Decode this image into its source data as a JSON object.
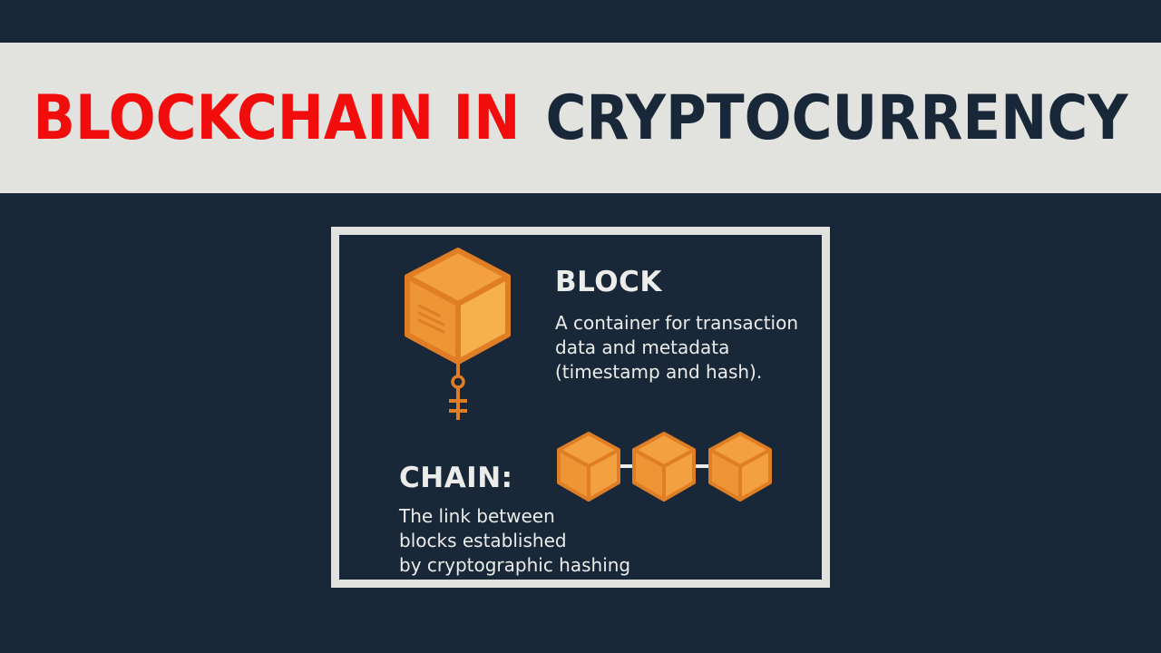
{
  "banner": {
    "title_red": "BLOCKCHAIN IN",
    "title_dark": "CRYPTOCURRENCY"
  },
  "block": {
    "heading": "BLOCK",
    "description_lines": [
      "A container for transaction",
      "data and metadata",
      "(timestamp and hash)."
    ],
    "icon": "cube-block-icon"
  },
  "chain": {
    "heading": "CHAIN:",
    "description_lines": [
      "The link between",
      "blocks established",
      "by cryptographic hashing"
    ],
    "icon": "linked-cubes-icon"
  },
  "colors": {
    "banner_red": "#f20d0d",
    "dark_navy": "#182838",
    "light_gray": "#e2e2df",
    "cube_orange": "#f2a040",
    "cube_outline": "#e07e26"
  }
}
